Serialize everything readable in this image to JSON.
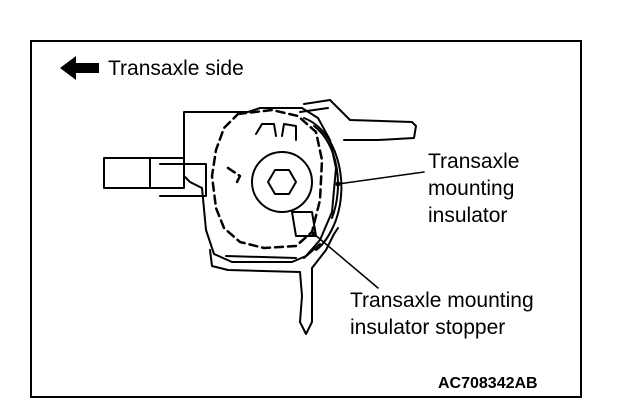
{
  "direction": {
    "label": "Transaxle side",
    "icon": "left-arrow-icon"
  },
  "callouts": {
    "insulator": [
      "Transaxle",
      "mounting",
      "insulator"
    ],
    "stopper": [
      "Transaxle mounting",
      "insulator stopper"
    ]
  },
  "figure_code": "AC708342AB",
  "colors": {
    "line": "#000000",
    "background": "#ffffff"
  }
}
